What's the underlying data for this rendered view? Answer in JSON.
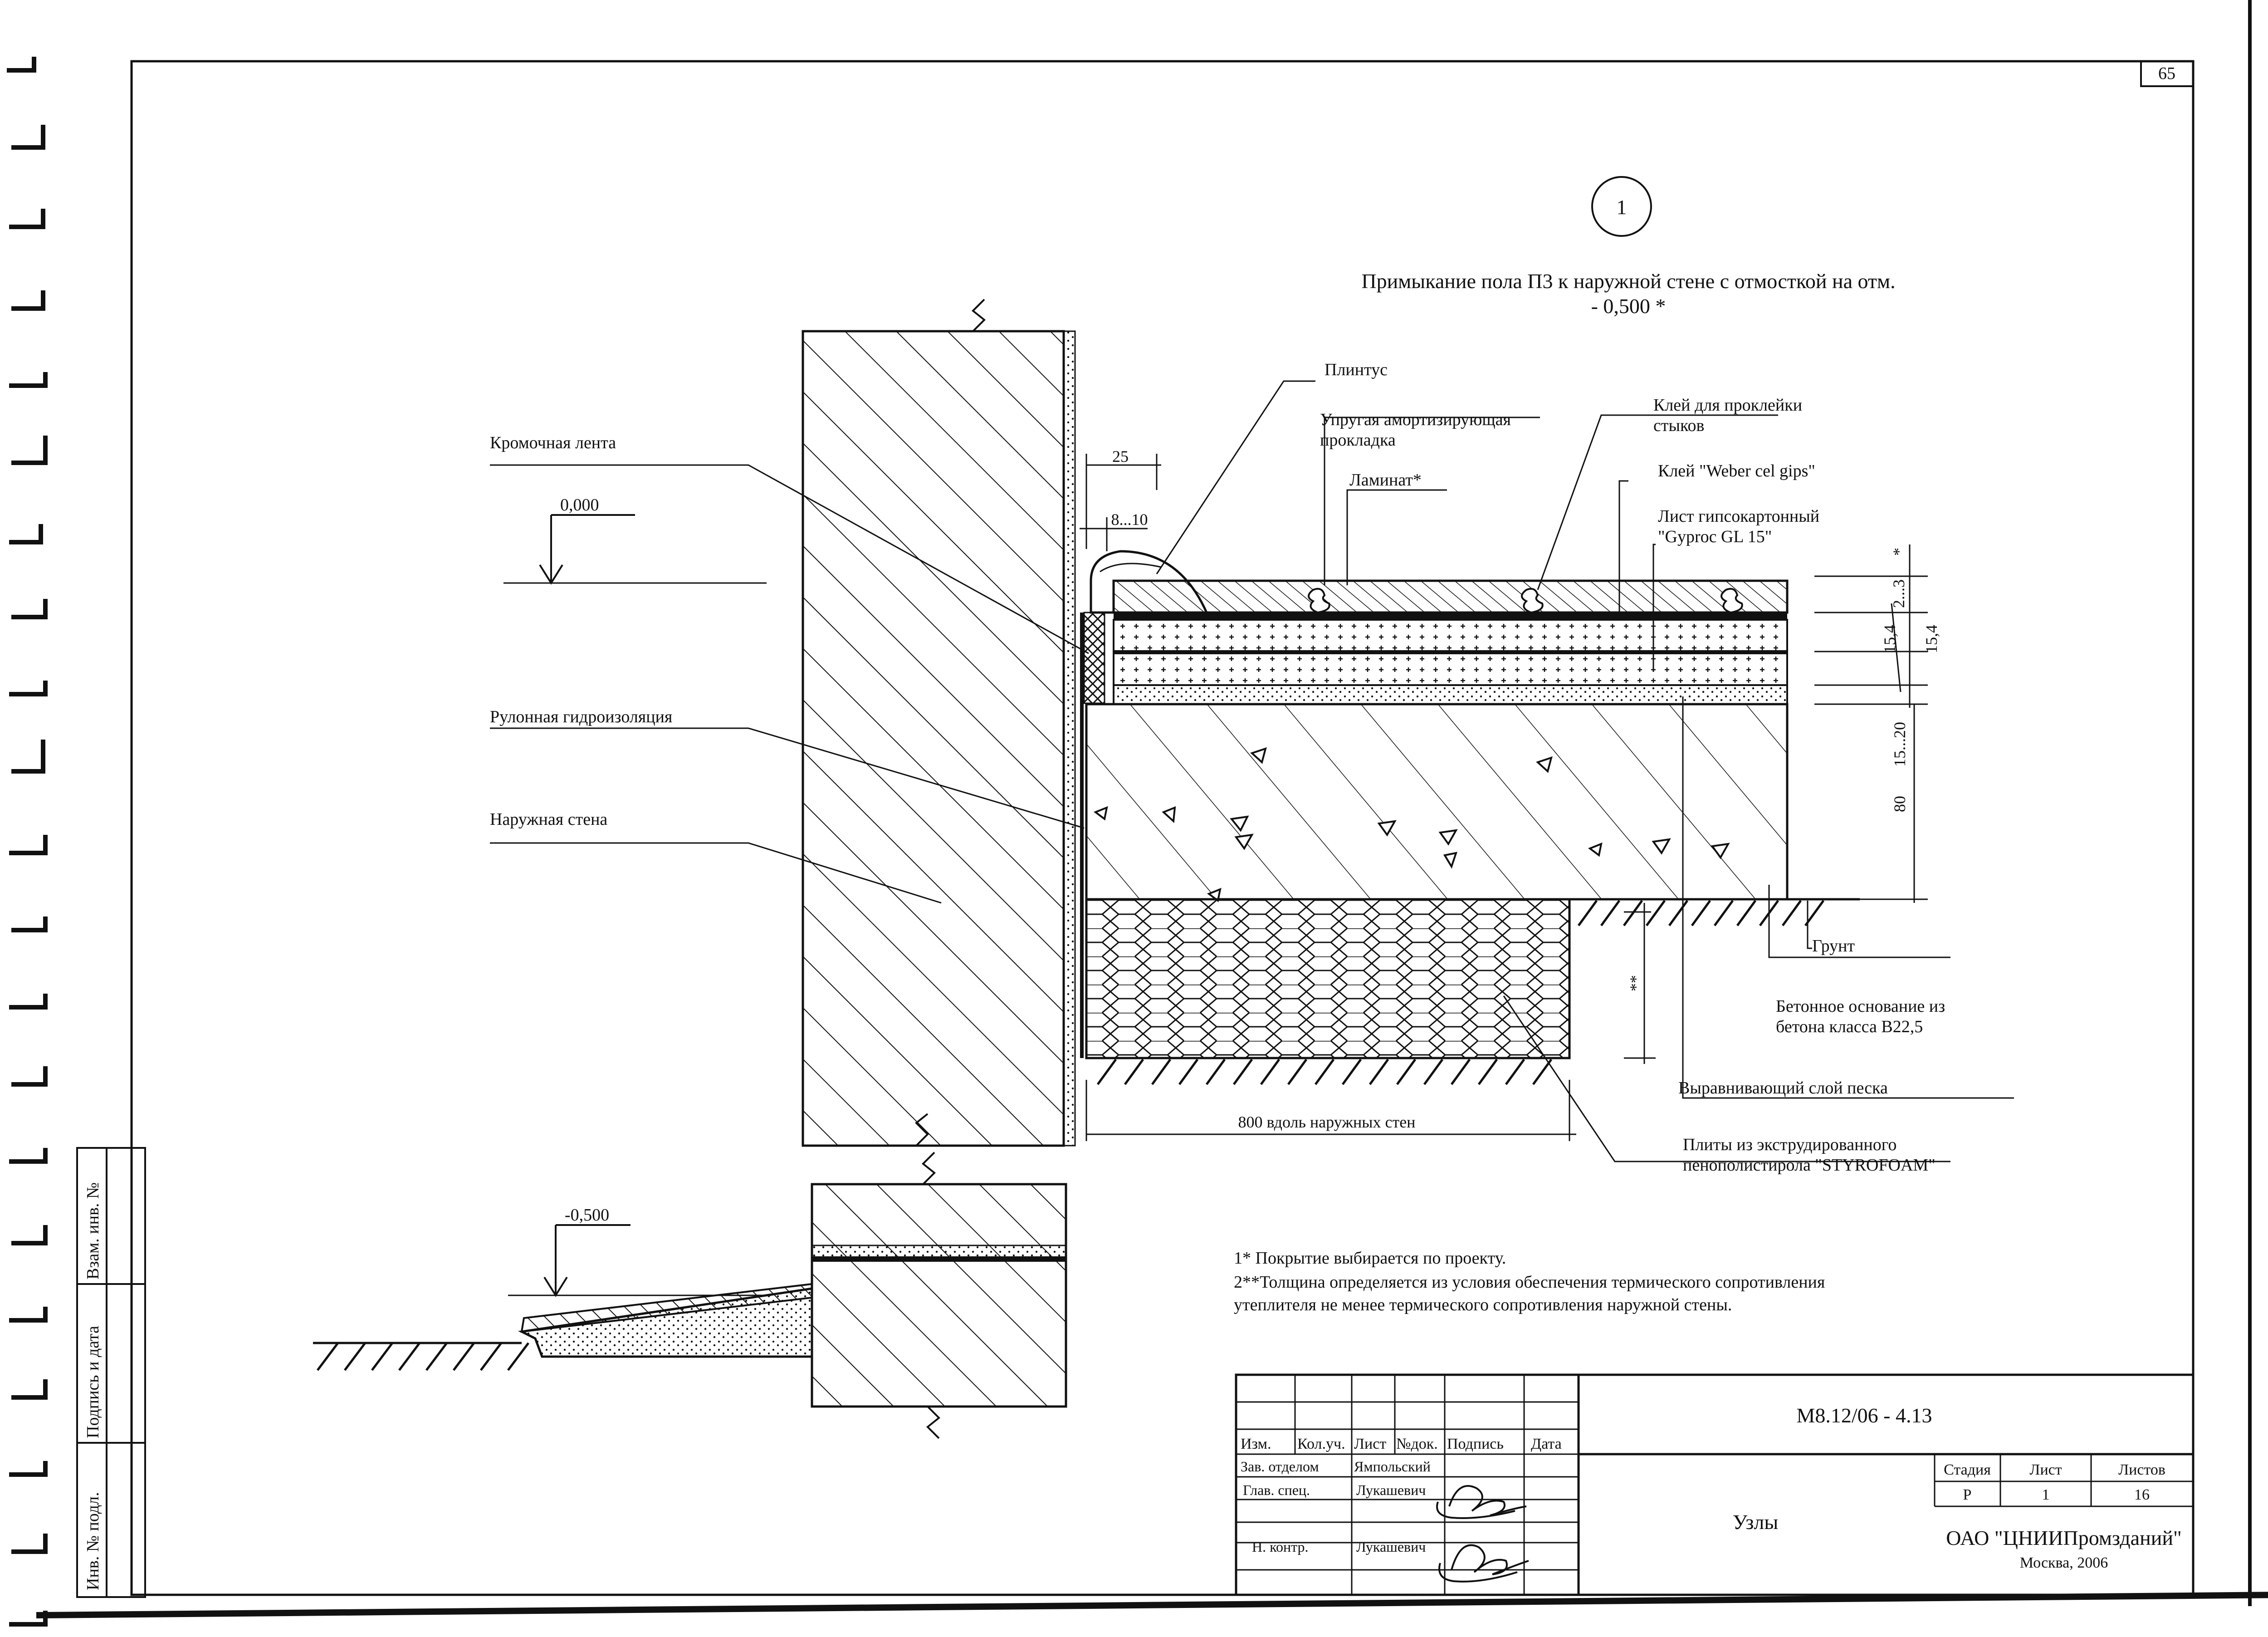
{
  "sheet": {
    "page_number": "65"
  },
  "drawing": {
    "callout_number": "1",
    "title_line1": "Примыкание пола П3 к наружной стене с отмосткой на отм.",
    "title_line2": "- 0,500 *",
    "elevation_top": "0,000",
    "elevation_bottom": "-0,500",
    "labels": {
      "plinth": "Плинтус",
      "elastic_pad_1": "Упругая амортизирующая",
      "elastic_pad_2": "прокладка",
      "laminate": "Ламинат*",
      "joint_glue_1": "Клей для проклейки",
      "joint_glue_2": "стыков",
      "weber_glue": "Клей \"Weber cel gips\"",
      "gypsum_1": "Лист гипсокартонный",
      "gypsum_2": "\"Gyproc GL 15\"",
      "edge_tape": "Кромочная лента",
      "waterproofing": "Рулонная гидроизоляция",
      "outer_wall": "Наружная стена",
      "soil": "Грунт",
      "concrete_base_1": "Бетонное основание из",
      "concrete_base_2": "бетона класса B22,5",
      "sand_layer": "Выравнивающий слой песка",
      "xps_1": "Плиты из экструдированного",
      "xps_2": "пенополистирола \"STYROFOAM\""
    },
    "dimensions": {
      "d25": "25",
      "d8_10": "8...10",
      "d_star": "*",
      "d2_3": "2...3",
      "d15_4a": "15,4",
      "d15_4b": "15,4",
      "d15_20": "15...20",
      "d80": "80",
      "d_dstar": "**",
      "d800": "800 вдоль наружных стен"
    },
    "notes": [
      "1*  Покрытие выбирается по проекту.",
      "2**Толщина определяется из условия обеспечения термического сопротивления",
      "утеплителя не менее термического сопротивления наружной стены."
    ]
  },
  "title_block": {
    "document_code": "М8.12/06 - 4.13",
    "sheet_name": "Узлы",
    "headers": {
      "izm": "Изм.",
      "kol": "Кол.уч.",
      "list": "Лист",
      "ndok": "№док.",
      "podpis": "Подпись",
      "data": "Дата"
    },
    "rows": [
      {
        "role": "Зав. отделом",
        "name": "Ямпольский"
      },
      {
        "role": "Глав. спец.",
        "name": "Лукашевич"
      },
      {
        "role": "Н. контр.",
        "name": "Лукашевич"
      }
    ],
    "stage_label": "Стадия",
    "list_label": "Лист",
    "sheets_label": "Листов",
    "stage_value": "Р",
    "list_value": "1",
    "sheets_value": "16",
    "org_line1": "ОАО \"ЦНИИПромзданий\"",
    "org_line2": "Москва, 2006"
  },
  "side_stamp": {
    "inv_replace": "Взам. инв. №",
    "sign_date": "Подпись и дата",
    "inv_orig": "Инв. № подл."
  }
}
